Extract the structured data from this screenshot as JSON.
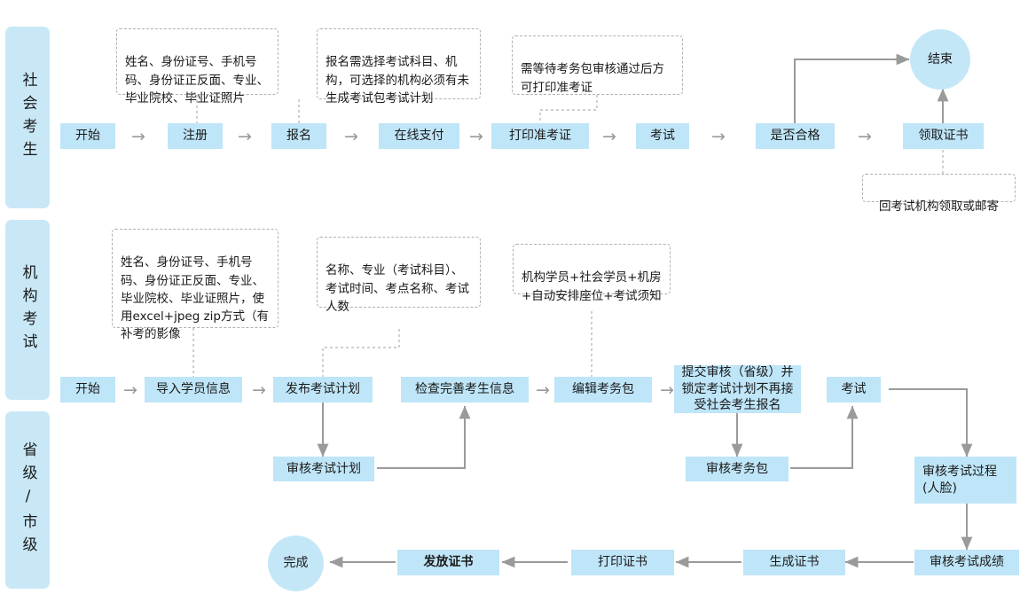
{
  "lanes": [
    {
      "id": "lane-social",
      "label": "社会考生"
    },
    {
      "id": "lane-org",
      "label": "机构考试"
    },
    {
      "id": "lane-province",
      "label": "省级/市级"
    }
  ],
  "notes": [
    {
      "id": "note-register",
      "text": "姓名、身份证号、手机号码、身份证正反面、专业、毕业院校、毕业证照片"
    },
    {
      "id": "note-signup",
      "text": "报名需选择考试科目、机构，可选择的机构必须有未生成考试包考试计划"
    },
    {
      "id": "note-admitcard",
      "text": "需等待考务包审核通过后方可打印准考证"
    },
    {
      "id": "note-getcert",
      "text": "回考试机构领取或邮寄"
    },
    {
      "id": "note-import",
      "text": "姓名、身份证号、手机号码、身份证正反面、专业、毕业院校、毕业证照片，使用excel+jpeg zip方式（有补考的影像"
    },
    {
      "id": "note-plan",
      "text": "名称、专业（考试科目）、考试时间、考点名称、考试人数"
    },
    {
      "id": "note-package",
      "text": "机构学员+社会学员+机房+自动安排座位+考试须知"
    }
  ],
  "row_social": {
    "nodes": [
      {
        "id": "social-start",
        "label": "开始"
      },
      {
        "id": "social-register",
        "label": "注册"
      },
      {
        "id": "social-signup",
        "label": "报名"
      },
      {
        "id": "social-pay",
        "label": "在线支付"
      },
      {
        "id": "social-printcard",
        "label": "打印准考证"
      },
      {
        "id": "social-exam",
        "label": "考试"
      },
      {
        "id": "social-pass",
        "label": "是否合格"
      },
      {
        "id": "social-getcert",
        "label": "领取证书"
      },
      {
        "id": "social-end",
        "label": "结束"
      }
    ],
    "arrows": [
      "→",
      "→",
      "→",
      "→",
      "→",
      "→",
      "→"
    ]
  },
  "row_org": {
    "nodes": [
      {
        "id": "org-start",
        "label": "开始"
      },
      {
        "id": "org-import",
        "label": "导入学员信息"
      },
      {
        "id": "org-publishplan",
        "label": "发布考试计划"
      },
      {
        "id": "org-checkinfo",
        "label": "检查完善考生信息"
      },
      {
        "id": "org-editpackage",
        "label": "编辑考务包"
      },
      {
        "id": "org-submitlock",
        "label": "提交审核（省级）并锁定考试计划不再接受社会考生报名"
      },
      {
        "id": "org-exam",
        "label": "考试"
      }
    ],
    "arrows": [
      "→",
      "→",
      "→",
      "→"
    ]
  },
  "row_province": {
    "nodes": [
      {
        "id": "prov-auditplan",
        "label": "审核考试计划"
      },
      {
        "id": "prov-auditpackage",
        "label": "审核考务包"
      },
      {
        "id": "prov-auditprocess",
        "label": "审核考试过程\n(人脸)"
      },
      {
        "id": "prov-auditscore",
        "label": "审核考试成绩"
      },
      {
        "id": "prov-gencert",
        "label": "生成证书"
      },
      {
        "id": "prov-printcert",
        "label": "打印证书"
      },
      {
        "id": "prov-issuecert",
        "label": "发放证书"
      },
      {
        "id": "prov-done",
        "label": "完成"
      }
    ]
  },
  "colors": {
    "node_fill": "#bfe5f8",
    "lane_fill": "#c9e8f7",
    "circle_fill": "#c4e7f8",
    "connector": "#9a9a9a",
    "note_border": "#b0b0b0"
  }
}
